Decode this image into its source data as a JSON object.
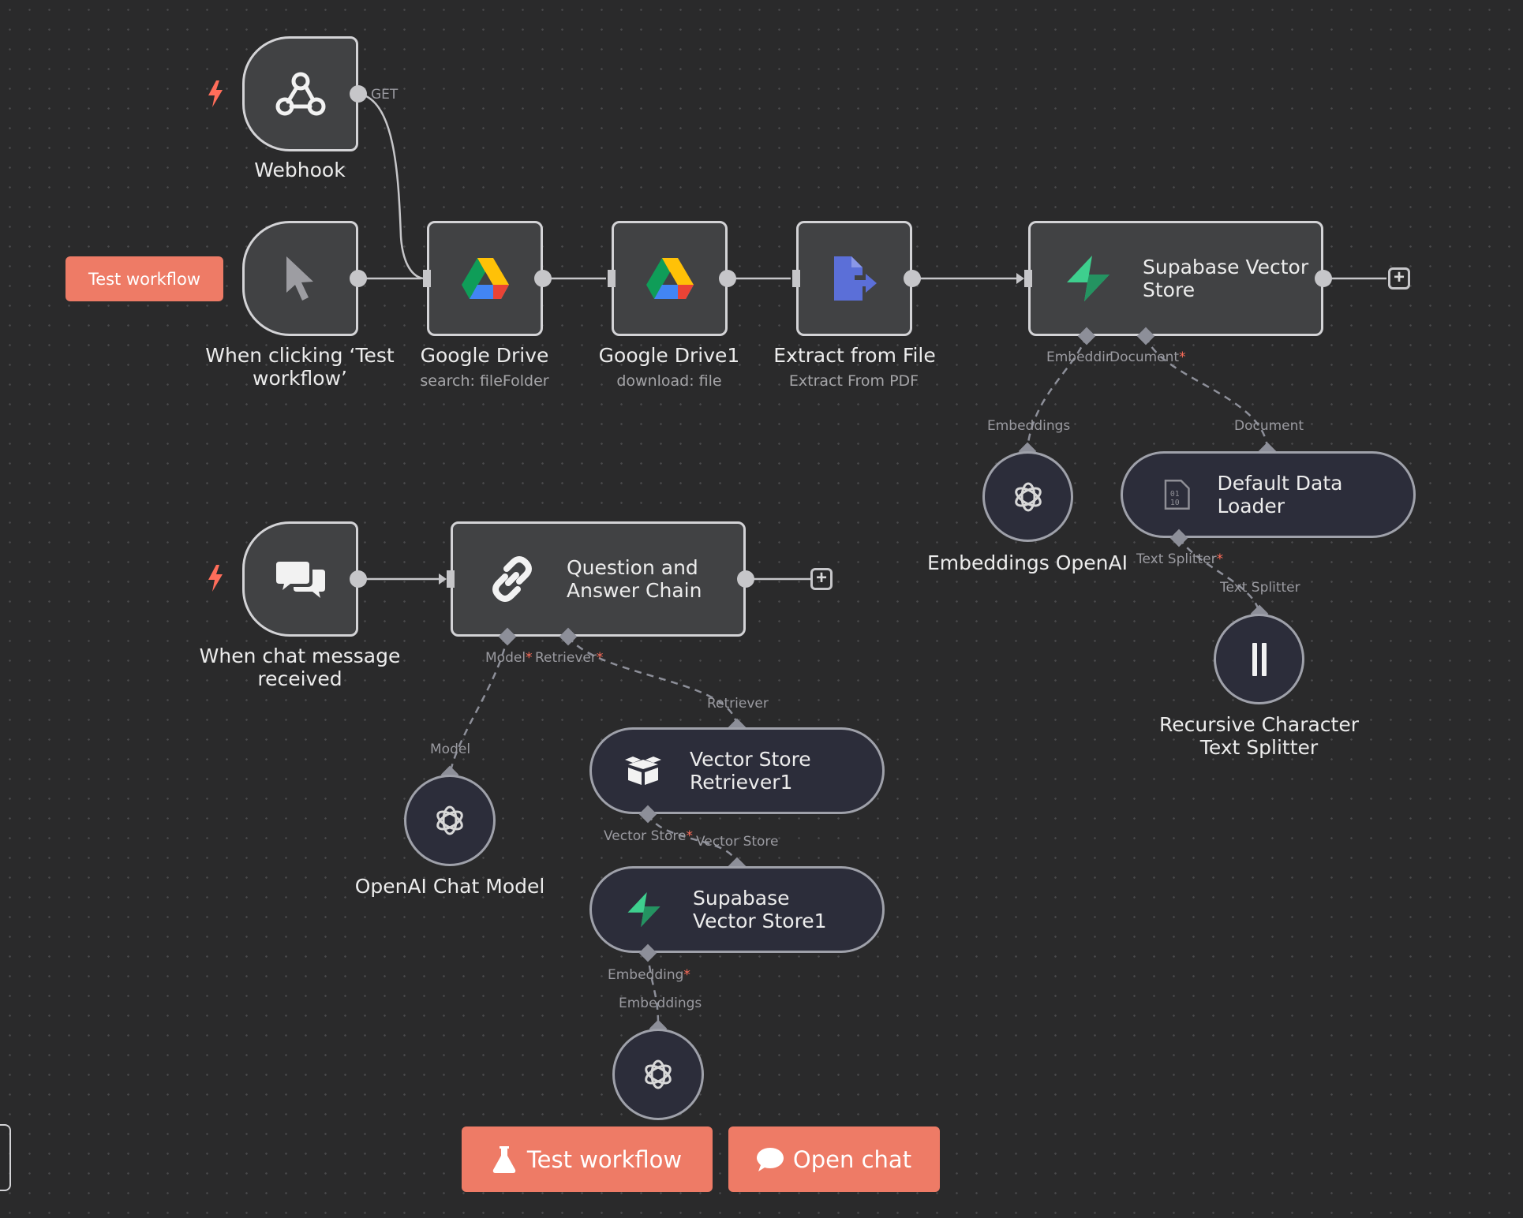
{
  "canvas": {
    "nodes": {
      "webhook": {
        "title": "Webhook",
        "port_label": "GET"
      },
      "manual_trigger": {
        "title": "When clicking ‘Test workflow’"
      },
      "google_drive": {
        "title": "Google Drive",
        "subtitle": "search: fileFolder"
      },
      "google_drive1": {
        "title": "Google Drive1",
        "subtitle": "download: file"
      },
      "extract_from_file": {
        "title": "Extract from File",
        "subtitle": "Extract From PDF"
      },
      "supabase_vector_store": {
        "title": "Supabase Vector Store"
      },
      "embeddings_openai": {
        "title": "Embeddings OpenAI"
      },
      "default_data_loader": {
        "title": "Default Data Loader"
      },
      "recursive_text_splitter": {
        "title": "Recursive Character Text Splitter"
      },
      "chat_trigger": {
        "title": "When chat message received"
      },
      "qa_chain": {
        "title": "Question and Answer Chain"
      },
      "openai_chat_model": {
        "title": "OpenAI Chat Model"
      },
      "vector_store_retriever": {
        "title": "Vector Store Retriever1"
      },
      "supabase_vector_store1": {
        "title": "Supabase Vector Store1"
      },
      "embeddings_openai2": {
        "title": ""
      }
    },
    "port_labels": {
      "svs_embedding": "Embeddir",
      "svs_document": "Document",
      "emb_in": "Embeddings",
      "doc_in": "Document",
      "loader_splitter": "Text Splitter",
      "splitter_in": "Text Splitter",
      "qa_model": "Model",
      "qa_retriever": "Retriever",
      "model_in": "Model",
      "retriever_in": "Retriever",
      "retriever_vs": "Vector Store",
      "vs_in": "Vector Store",
      "svs1_embedding": "Embedding",
      "emb2_in": "Embeddings",
      "required_mark": "*"
    }
  },
  "toolbar": {
    "test_workflow_small": "Test workflow",
    "test_workflow": "Test workflow",
    "open_chat": "Open chat"
  },
  "colors": {
    "accent": "#ee7b66",
    "trigger_bolt": "#ff6d5a",
    "supabase_green": "#3ecf8e",
    "extract_blue": "#5b6fd8"
  }
}
